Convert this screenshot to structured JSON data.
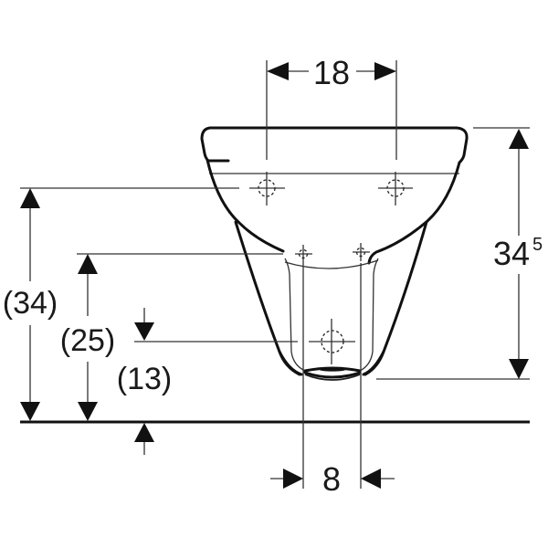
{
  "diagram": {
    "type": "technical-dimension-drawing",
    "subject": "wall-hung bidet, front view",
    "line_color": "#111111",
    "background": "#ffffff",
    "dimensions": {
      "top_fixing_spacing": {
        "label": "18"
      },
      "bottom_connection_spacing": {
        "label": "8"
      },
      "overall_height": {
        "main": "34",
        "superscript": "5"
      },
      "fixing_height": {
        "label": "(34)"
      },
      "water_supply_height": {
        "label": "(25)"
      },
      "waste_height": {
        "label": "(13)"
      }
    },
    "features": [
      "top-fixing-point-left",
      "top-fixing-point-right",
      "water-supply-point-left",
      "water-supply-point-right",
      "waste-outlet-point",
      "floor-line"
    ]
  }
}
